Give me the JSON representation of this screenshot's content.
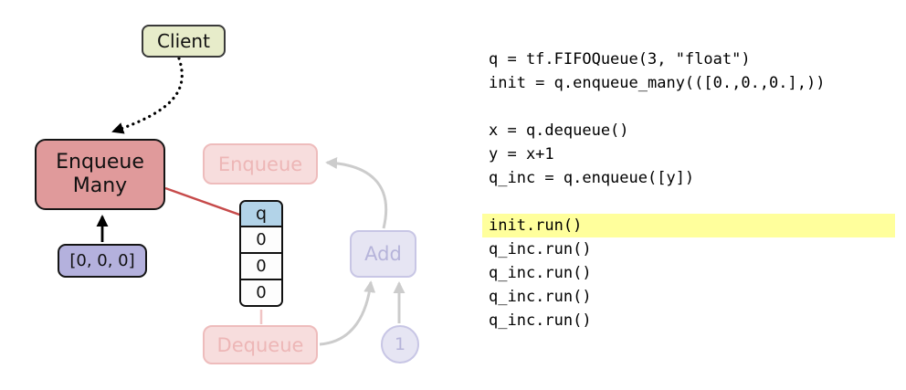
{
  "diagram": {
    "client_label": "Client",
    "enqueue_many_label": "Enqueue\nMany",
    "input_tensor_label": "[0, 0, 0]",
    "queue": {
      "header": "q",
      "cells": [
        "0",
        "0",
        "0"
      ]
    },
    "faded": {
      "enqueue_label": "Enqueue",
      "add_label": "Add",
      "dequeue_label": "Dequeue",
      "one_label": "1"
    }
  },
  "code": {
    "lines": [
      "q = tf.FIFOQueue(3, \"float\")",
      "init = q.enqueue_many(([0.,0.,0.],))",
      "",
      "x = q.dequeue()",
      "y = x+1",
      "q_inc = q.enqueue([y])",
      "",
      "init.run()",
      "q_inc.run()",
      "q_inc.run()",
      "q_inc.run()",
      "q_inc.run()"
    ],
    "highlighted_line_index": 7
  },
  "colors": {
    "client_fill": "#e7ecca",
    "enqueue_many_fill": "#e09a9b",
    "input_tensor_fill": "#b4b1dd",
    "queue_header_fill": "#b2d3e8",
    "edge_red": "#c64a4a",
    "faded_pink": "#f0c4c4",
    "faded_gray": "#cccccc",
    "highlight_yellow": "#ffff9c"
  }
}
